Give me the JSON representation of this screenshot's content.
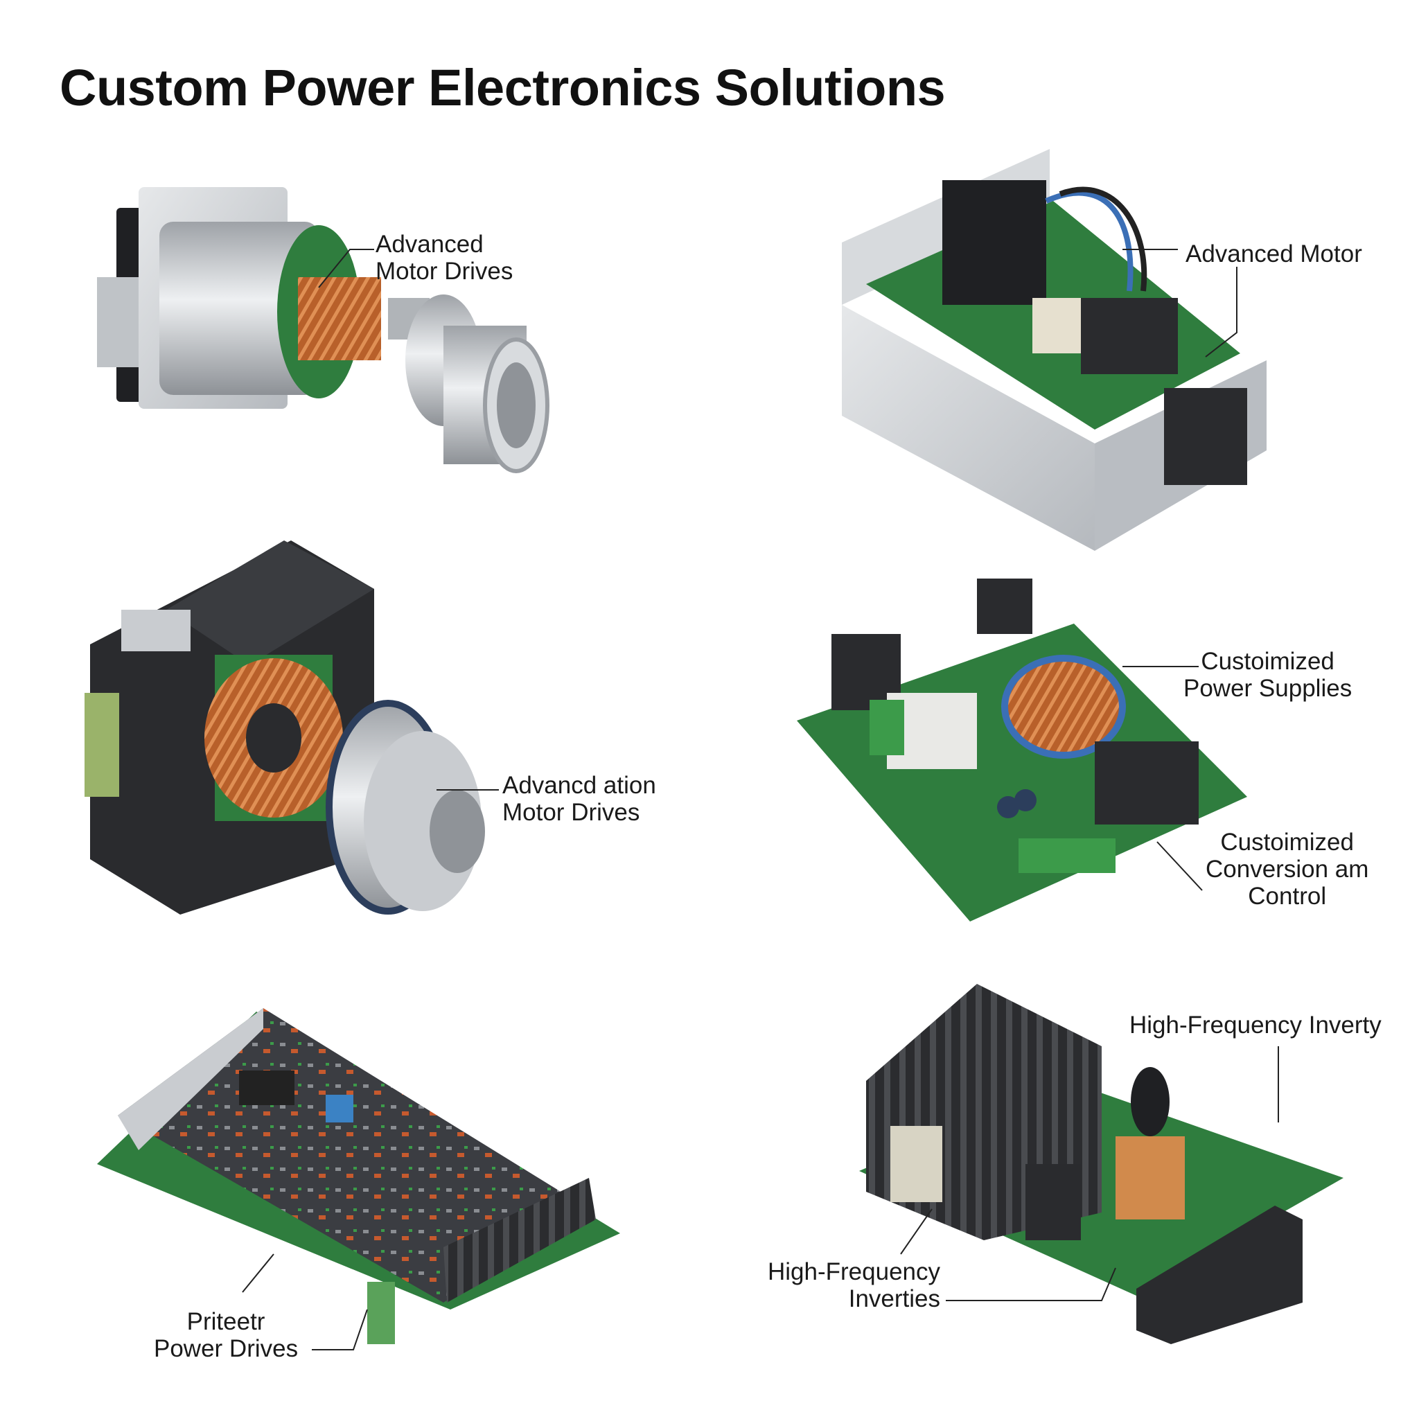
{
  "title": "Custom Power Electronics Solutions",
  "products": [
    {
      "name": "motor-drive-assembly",
      "label": [
        "Advanced",
        "Motor Drives"
      ]
    },
    {
      "name": "enclosed-motor-controller",
      "label": [
        "Advanced Motor"
      ]
    },
    {
      "name": "toroid-motor-drive",
      "label": [
        "Advancd ation",
        "Motor Drives"
      ]
    },
    {
      "name": "power-supply-board",
      "label": [
        "Custoimized",
        "Power Supplies"
      ]
    },
    {
      "name": "conversion-control-board",
      "label": [
        "Custoimized",
        "Conversion am",
        "Control"
      ]
    },
    {
      "name": "heatsink-inverter-top",
      "label": [
        "High-Frequency Inverty"
      ]
    },
    {
      "name": "heatsink-inverter-bottom",
      "label": [
        "High-Frequency",
        "Inverties"
      ]
    },
    {
      "name": "power-drive-board",
      "label": [
        "Priteetr",
        "Power Drives"
      ]
    }
  ],
  "colors": {
    "pcb": "#2f7d3e",
    "copper": "#b8602a",
    "aluminum": "#c9ccd0",
    "dark": "#2a2b2e",
    "wire_blue": "#3b6fb6"
  }
}
